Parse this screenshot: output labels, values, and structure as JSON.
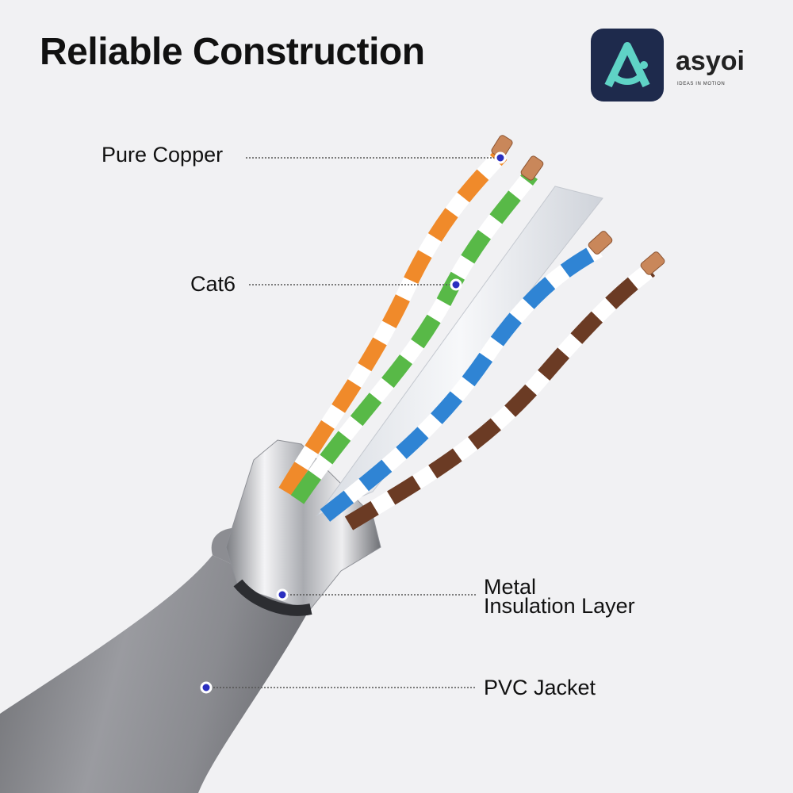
{
  "title": "Reliable Construction",
  "brand": {
    "name": "asyoi",
    "tagline": "IDEAS IN MOTION",
    "tile_color": "#1e2a4c",
    "accent_color": "#5fd3c6",
    "icon": "asyoi-logo-icon"
  },
  "callouts": [
    {
      "lines": [
        "Pure Copper"
      ]
    },
    {
      "lines": [
        "Cat6"
      ]
    },
    {
      "lines": [
        "Metal",
        "Insulation Layer"
      ]
    },
    {
      "lines": [
        "PVC Jacket"
      ]
    }
  ],
  "colors": {
    "background": "#f1f1f3",
    "jacket": "#8e8f93",
    "copper": "#c9875a",
    "orange": "#f08a2a",
    "green": "#58b947",
    "blue": "#2f84d4",
    "brown": "#6b3b24",
    "marker": "#2b2fc0"
  }
}
